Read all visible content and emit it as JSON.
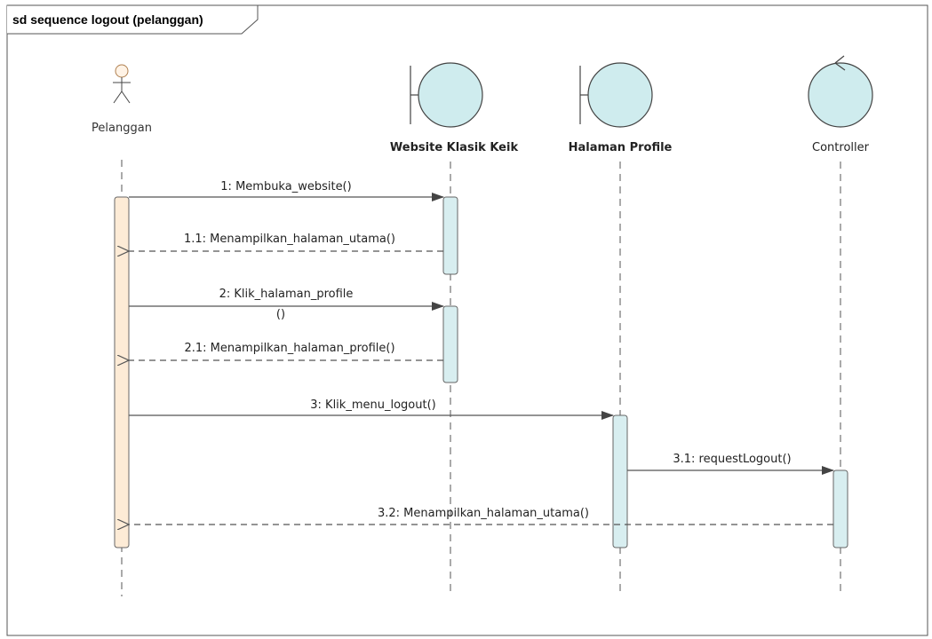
{
  "frame": {
    "title": "sd sequence logout (pelanggan)"
  },
  "participants": {
    "actor": {
      "name": "Pelanggan",
      "kind": "actor"
    },
    "website": {
      "name": "Website Klasik Keik",
      "kind": "boundary"
    },
    "profile": {
      "name": "Halaman Profile",
      "kind": "boundary"
    },
    "controller": {
      "name": "Controller",
      "kind": "control"
    }
  },
  "messages": {
    "m1": {
      "text": "1: Membuka_website()",
      "type": "sync"
    },
    "m11": {
      "text": "1.1: Menampilkan_halaman_utama()",
      "type": "return"
    },
    "m2": {
      "line1": "2: Klik_halaman_profile",
      "line2": "()",
      "type": "sync"
    },
    "m21": {
      "text": "2.1: Menampilkan_halaman_profile()",
      "type": "return"
    },
    "m3": {
      "text": "3: Klik_menu_logout()",
      "type": "sync"
    },
    "m31": {
      "text": "3.1: requestLogout()",
      "type": "sync"
    },
    "m32": {
      "text": "3.2: Menampilkan_halaman_utama()",
      "type": "return"
    }
  },
  "colors": {
    "actor_activation": "#fdebd6",
    "boundary_fill": "#cfecee",
    "activation_fill": "#d8eef0",
    "line": "#555555"
  }
}
